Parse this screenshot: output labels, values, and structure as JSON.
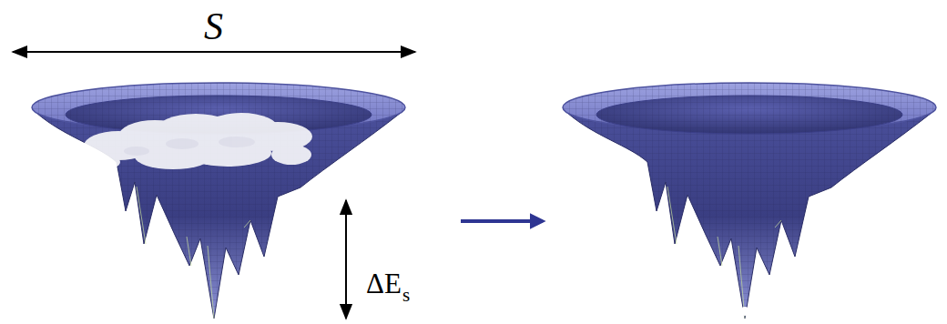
{
  "diagram": {
    "labels": [
      "S",
      "ΔE",
      "s"
    ]
  }
}
